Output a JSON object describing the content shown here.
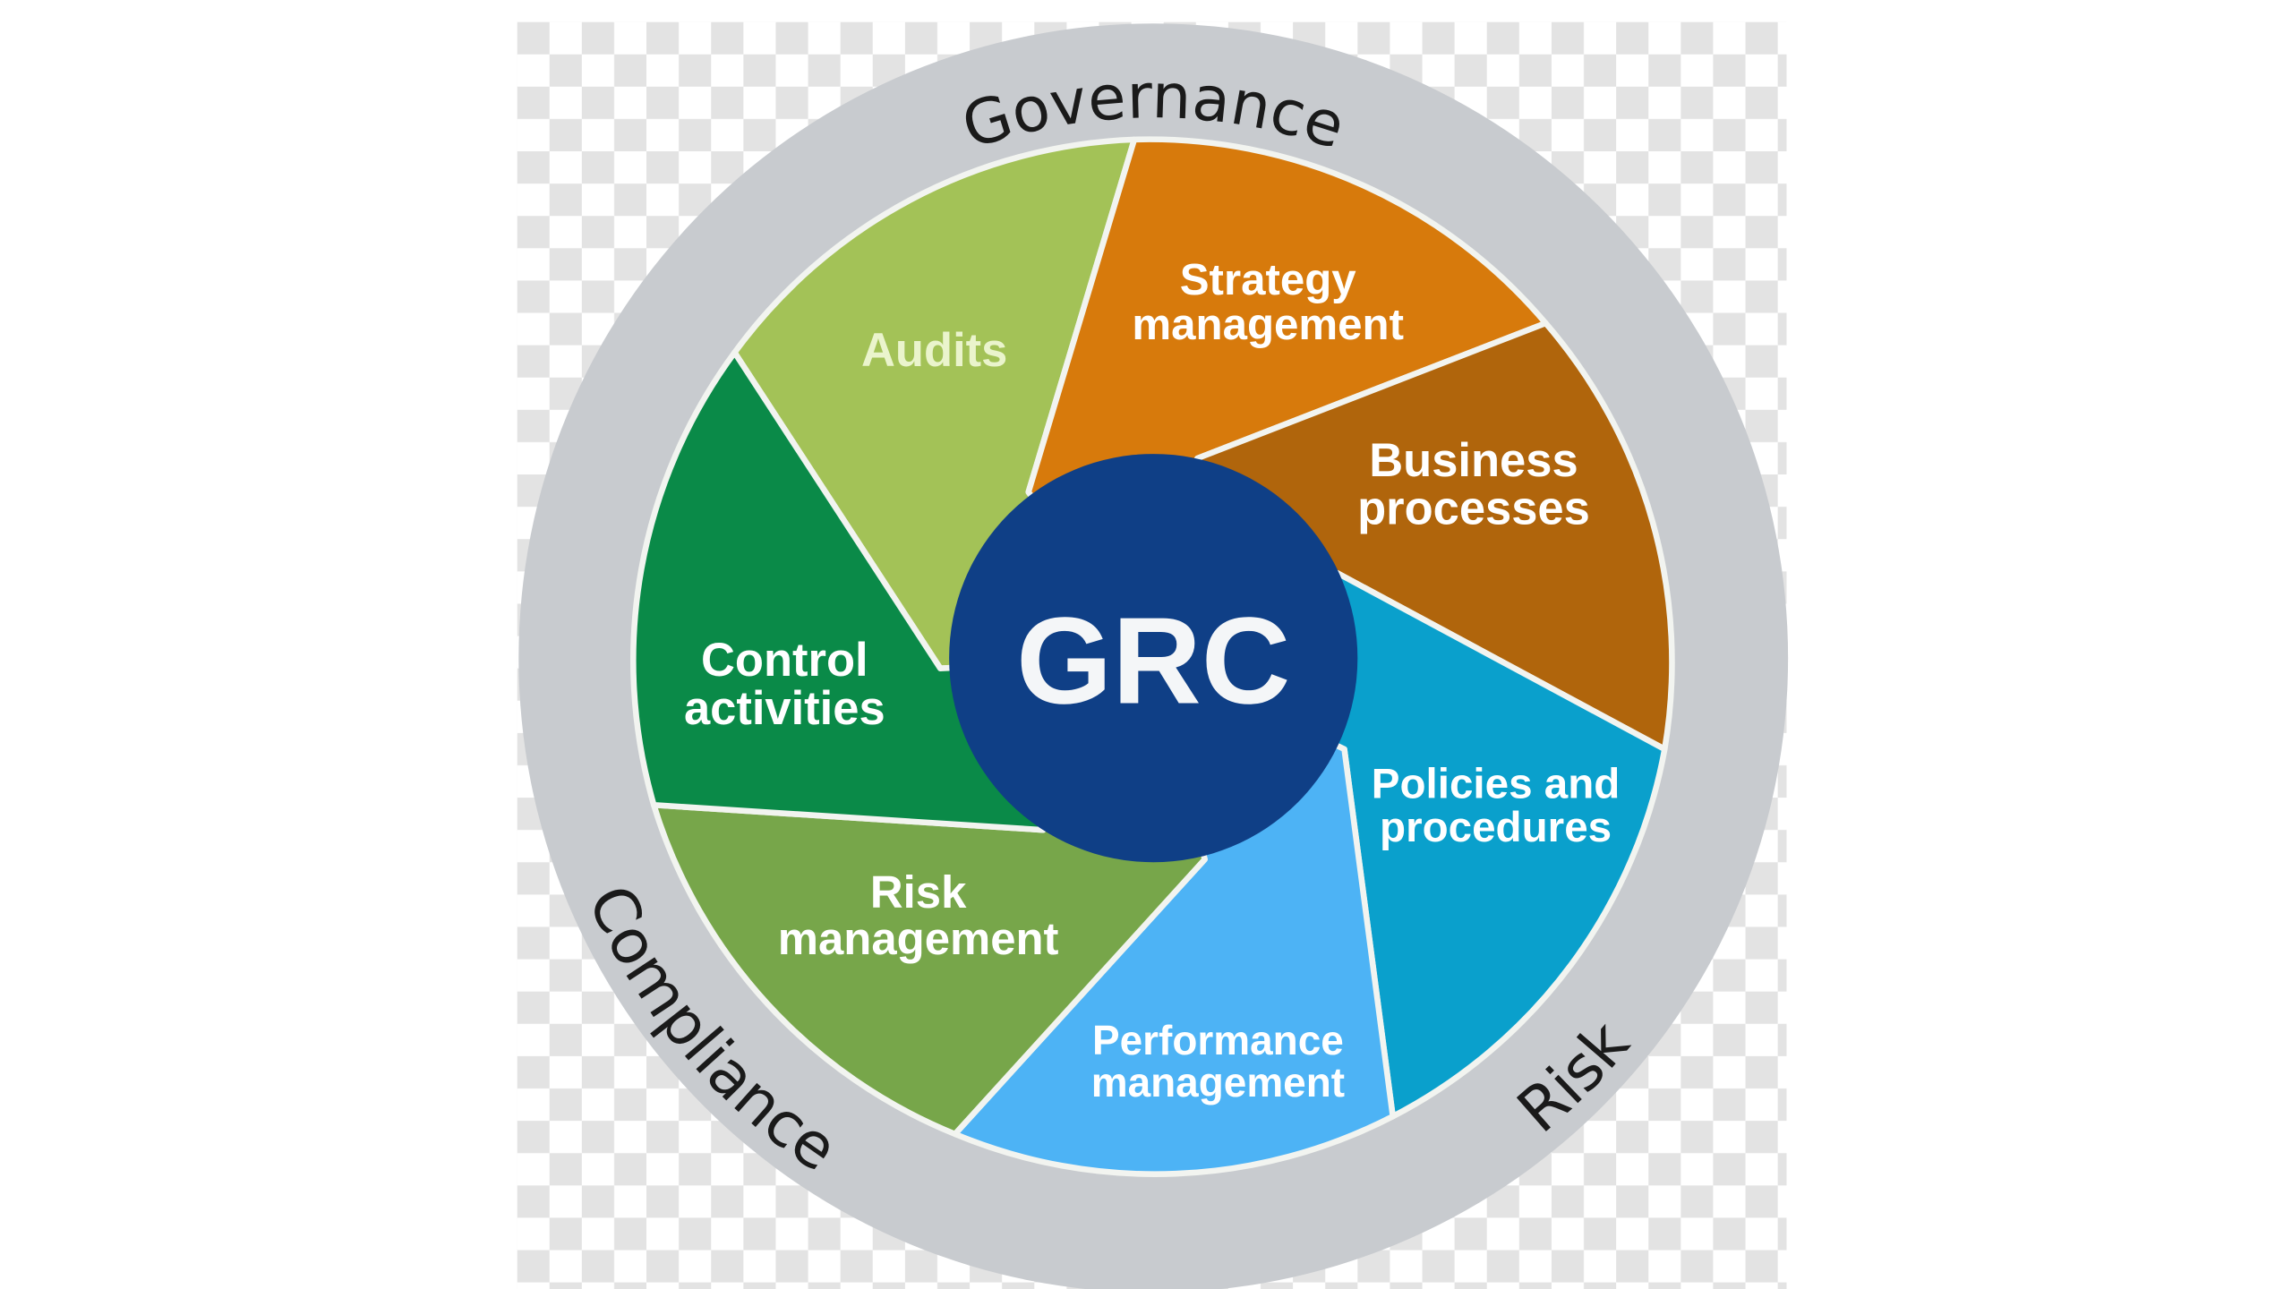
{
  "diagram": {
    "center": {
      "label": "GRC",
      "color": "#0f3f86"
    },
    "ring": {
      "color": "#c8cbcf",
      "labels": {
        "governance": "Governance",
        "compliance": "Compliance",
        "risk": "Risk"
      }
    },
    "segments": [
      {
        "id": "audits",
        "lines": [
          "Audits"
        ],
        "color": "#a3c257",
        "text_color": "#eaf4cc"
      },
      {
        "id": "strategy-management",
        "lines": [
          "Strategy",
          "management"
        ],
        "color": "#d77a0c",
        "text_color": "#ffffff"
      },
      {
        "id": "business-processes",
        "lines": [
          "Business",
          "processes"
        ],
        "color": "#b0650c",
        "text_color": "#ffffff"
      },
      {
        "id": "policies-and-procedures",
        "lines": [
          "Policies and",
          "procedures"
        ],
        "color": "#0aa0cc",
        "text_color": "#ffffff"
      },
      {
        "id": "performance-management",
        "lines": [
          "Performance",
          "management"
        ],
        "color": "#4db3f5",
        "text_color": "#ffffff"
      },
      {
        "id": "risk-management",
        "lines": [
          "Risk",
          "management"
        ],
        "color": "#77a64a",
        "text_color": "#ffffff"
      },
      {
        "id": "control-activities",
        "lines": [
          "Control",
          "activities"
        ],
        "color": "#0a8a48",
        "text_color": "#ffffff"
      }
    ]
  }
}
